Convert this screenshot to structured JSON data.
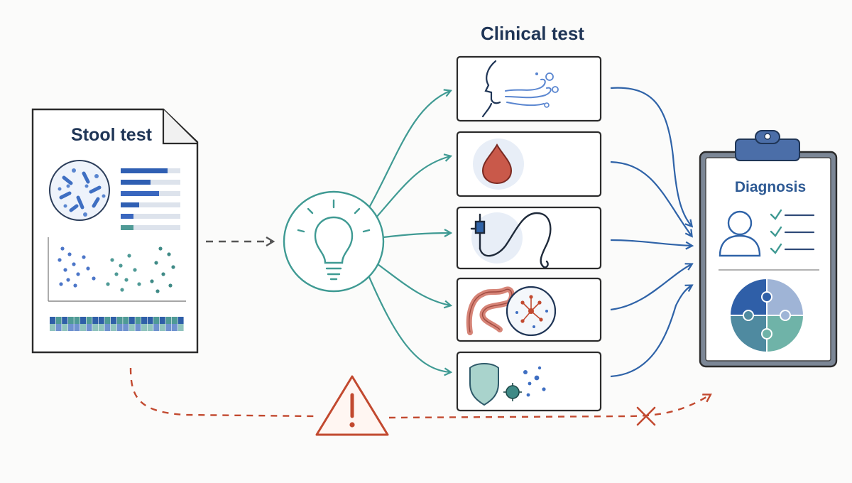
{
  "stool_test": {
    "title": "Stool test"
  },
  "clinical_test": {
    "title": "Clinical test",
    "items": [
      {
        "icon": "breath-test-icon"
      },
      {
        "icon": "blood-drop-icon"
      },
      {
        "icon": "endoscope-icon"
      },
      {
        "icon": "intestine-microscope-icon"
      },
      {
        "icon": "immune-shield-icon"
      }
    ]
  },
  "diagnosis": {
    "title": "Diagnosis"
  },
  "colors": {
    "teal": "#3f9a93",
    "blue": "#2f63a8",
    "navy": "#1f3556",
    "red": "#c2492f",
    "gray_dash": "#555555"
  }
}
